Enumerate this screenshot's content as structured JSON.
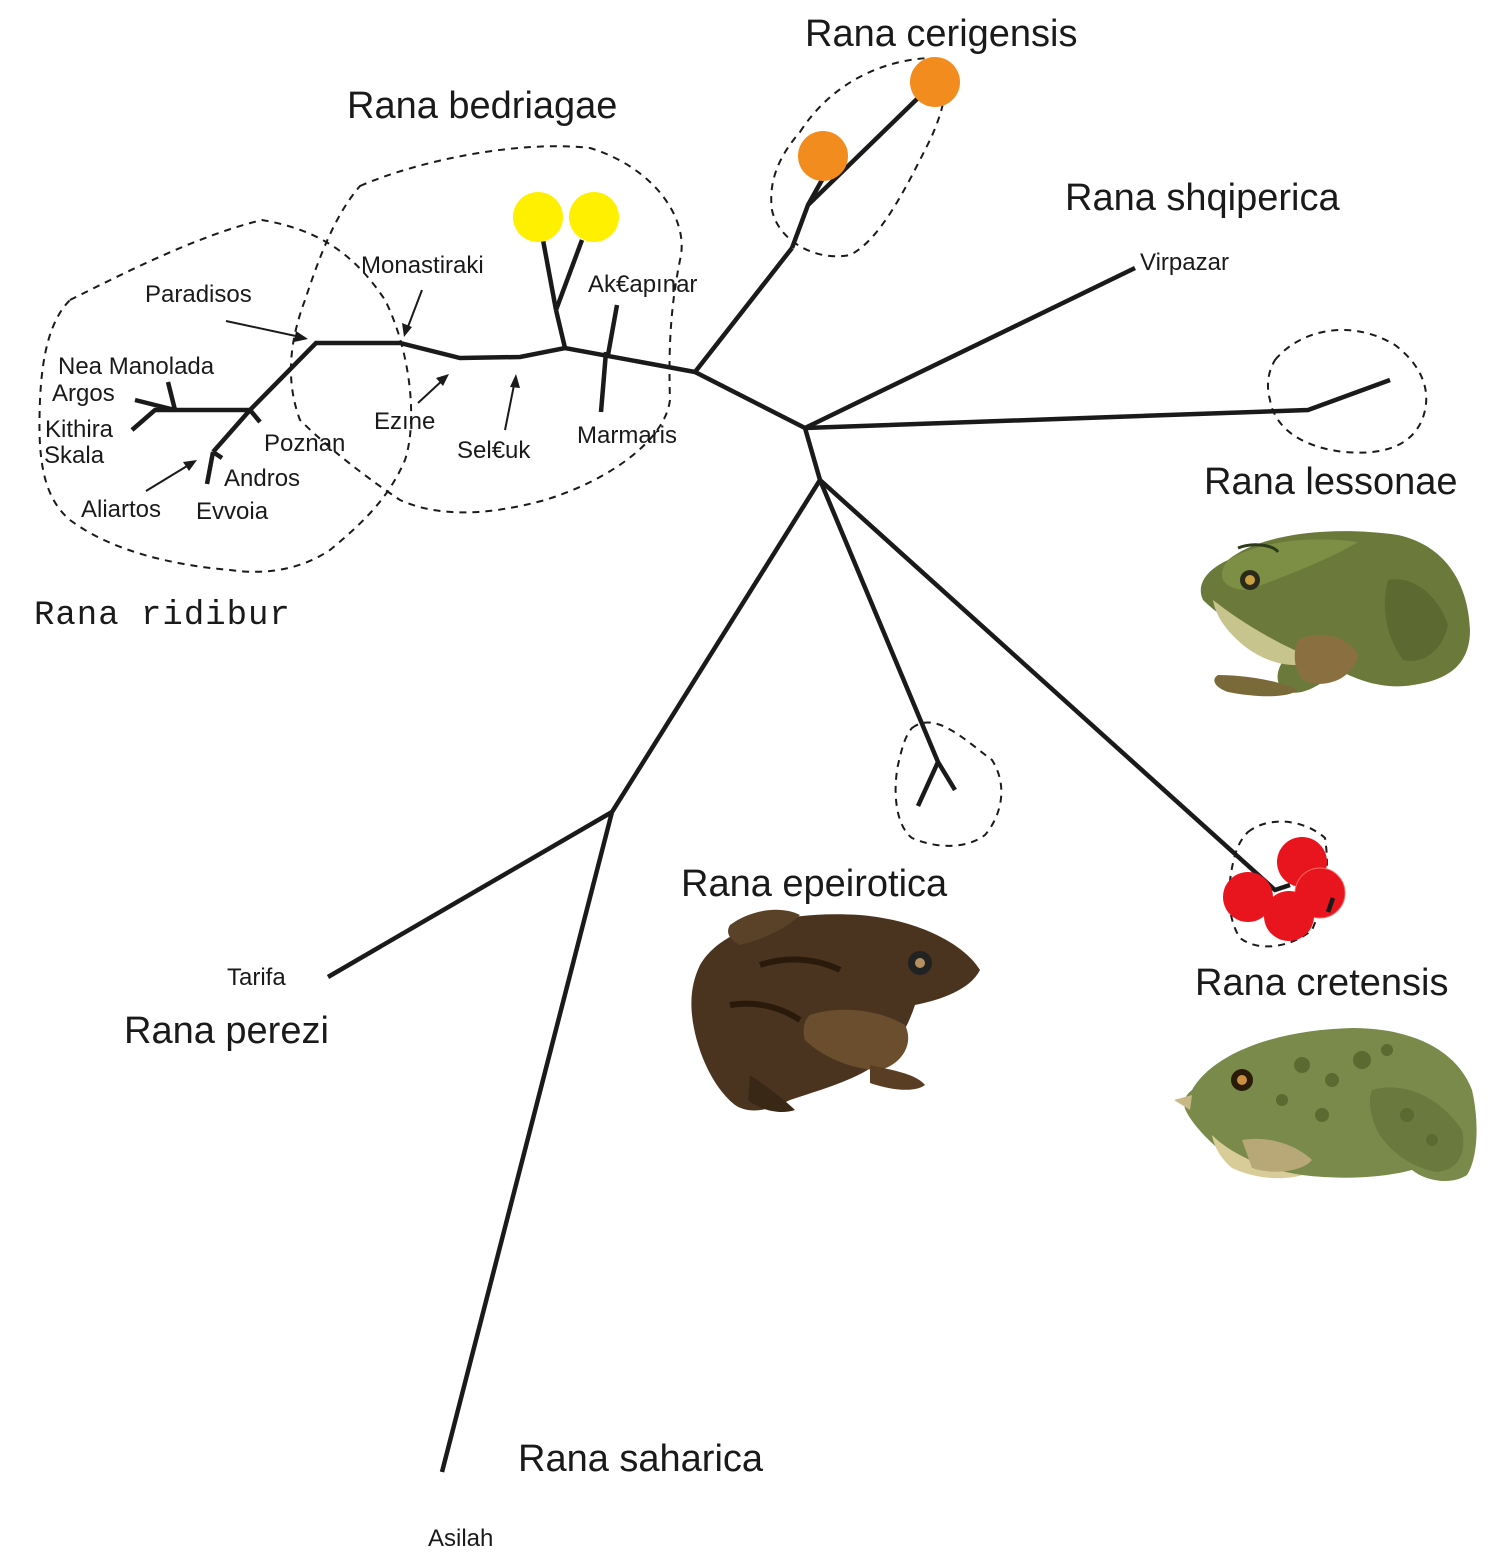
{
  "species_labels": {
    "cerigensis": "Rana cerigensis",
    "bedriagae": "Rana bedriagae",
    "shqiperica": "Rana shqiperica",
    "lessonae": "Rana lessonae",
    "epeirotica": "Rana epeirotica",
    "cretensis": "Rana cretensis",
    "perezi": "Rana perezi",
    "saharica": "Rana saharica",
    "ridibunda": "Rana ridibur"
  },
  "locality_labels": {
    "monastiraki": "Monastiraki",
    "paradisos": "Paradisos",
    "akcapinar": "Ak€apınar",
    "nea_manolada": "Nea Manolada",
    "argos": "Argos",
    "kithira": "Kithira",
    "skala": "Skala",
    "poznan": "Poznan",
    "ezine": "Ezıne",
    "selcuk": "Sel€uk",
    "marmaris": "Marmaris",
    "andros": "Andros",
    "aliartos": "Aliartos",
    "evvoia": "Evvoia",
    "virpazar": "Virpazar",
    "tarifa": "Tarifa",
    "asilah": "Asilah"
  },
  "colors": {
    "line": "#1a1a1a",
    "cerigensis_marker": "#F28C1E",
    "bedriagae_marker": "#FFF000",
    "cretensis_marker": "#E8141E"
  },
  "images": {
    "lessonae_frog": "frog-photo-green",
    "epeirotica_frog": "frog-photo-dark-brown",
    "cretensis_frog": "frog-photo-mottled-green"
  }
}
